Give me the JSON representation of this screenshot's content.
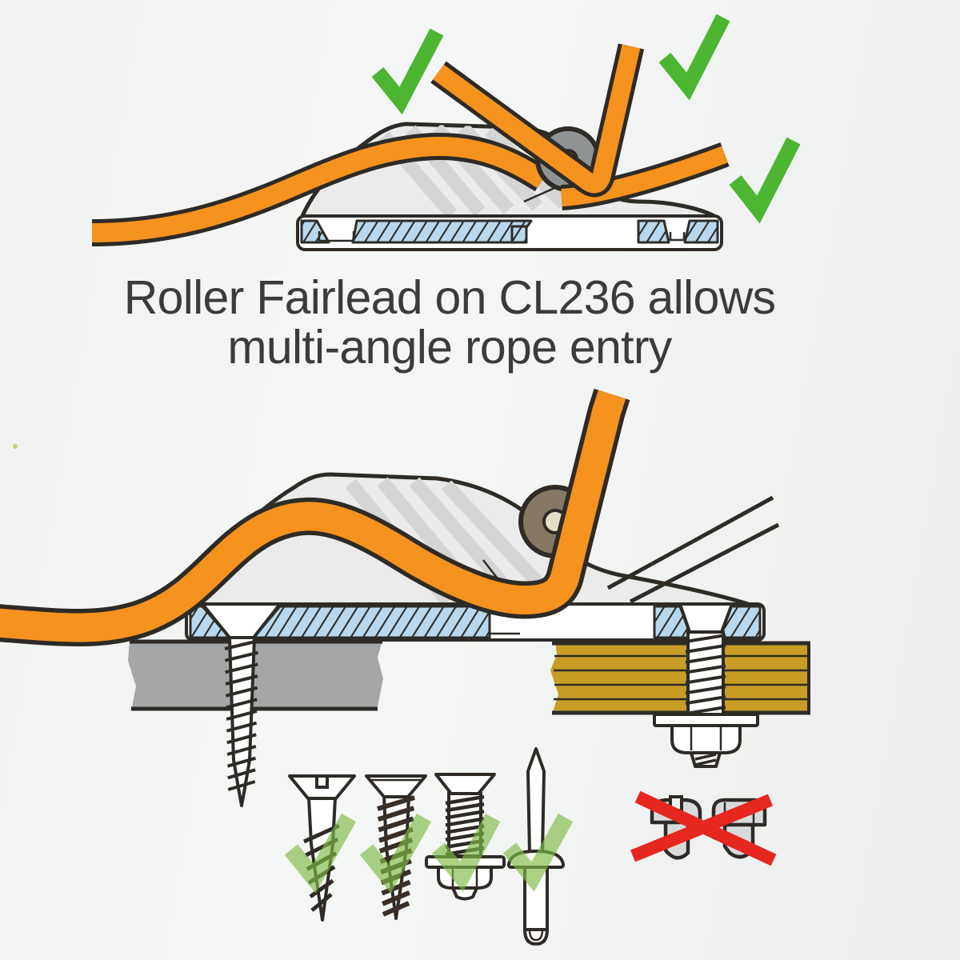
{
  "title": {
    "line1": "Roller Fairlead on CL236 allows",
    "line2": "multi-angle rope entry"
  },
  "product": {
    "model": "CL236",
    "feature": "Roller Fairlead"
  },
  "colors": {
    "background": "#f0f2f1",
    "outline": "#2e2b26",
    "rope": "#f6921e",
    "cleat_body": "#eaebea",
    "body_stripe": "#d4d5d5",
    "base_pad": "#b7d8ee",
    "roller_top": "#909394",
    "roller_bottom": "#877863",
    "roller_hub": "#e7dfc5",
    "deck": "#a5a6a7",
    "plywood": "#c79d26",
    "check_green": "#4cb531",
    "check_soft_green": "#7fba45",
    "cross_red": "#e5271f",
    "fastener_gray": "#d9dadb",
    "thread_dark": "#3a2e28",
    "text": "#3b3b3b"
  },
  "top_diagram": {
    "approved_angle_marks": 3,
    "elements": [
      "cam-cleat-base",
      "roller-fairlead",
      "rope-three-entry-angles"
    ]
  },
  "bottom_diagram": {
    "elements": [
      "cam-cleat-cross-section",
      "roller-fairlead",
      "rope",
      "countersunk-screw-through-deck",
      "countersunk-bolt-washer-nut-through-plywood",
      "alternate-lead-guide-lines"
    ]
  },
  "fasteners": {
    "approved": [
      {
        "name": "wood-screw"
      },
      {
        "name": "self-tapping-screw"
      },
      {
        "name": "machine-screw-with-washer-and-nut"
      },
      {
        "name": "pop-rivet"
      }
    ],
    "prohibited": [
      {
        "name": "pan-head-screw"
      },
      {
        "name": "cap-head-bolt"
      }
    ]
  }
}
